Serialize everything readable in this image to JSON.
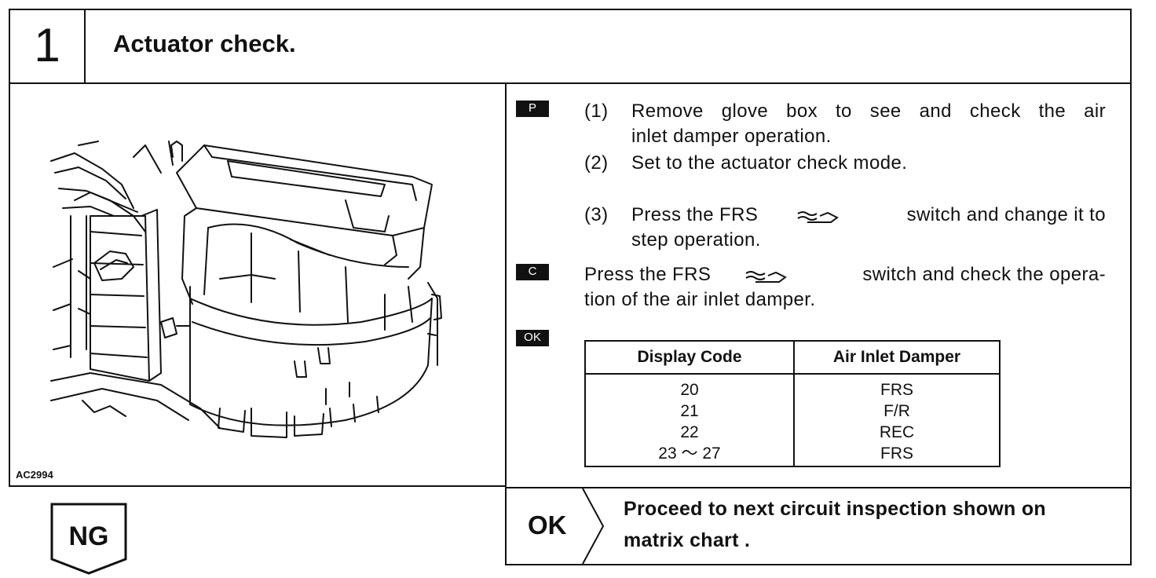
{
  "header": {
    "step_number": "1",
    "title": "Actuator check."
  },
  "figure": {
    "code": "AC2994"
  },
  "markers": {
    "p": "P",
    "c": "C",
    "ok": "OK"
  },
  "steps": [
    {
      "num": "(1)",
      "lines": [
        "Remove glove box to see and check the air",
        "inlet damper operation."
      ]
    },
    {
      "num": "(2)",
      "lines": [
        "Set to the actuator check mode."
      ]
    },
    {
      "num": "(3)",
      "lines": [
        "Press the FRS",
        "switch and change it to",
        "step operation."
      ]
    }
  ],
  "check": {
    "lines": [
      "Press the FRS",
      "switch and check the opera-",
      "tion of the air inlet damper."
    ]
  },
  "table": {
    "headers": [
      "Display Code",
      "Air Inlet Damper"
    ],
    "rows": [
      [
        "20",
        "FRS"
      ],
      [
        "21",
        "F/R"
      ],
      [
        "22",
        "REC"
      ],
      [
        "23 ～ 27",
        "FRS"
      ]
    ]
  },
  "result": {
    "ng_label": "NG",
    "ok_label": "OK",
    "ok_text": [
      "Proceed to next circuit inspection shown on",
      "matrix chart ."
    ]
  },
  "icons": {
    "frs_switch": "fresh-air-icon"
  }
}
